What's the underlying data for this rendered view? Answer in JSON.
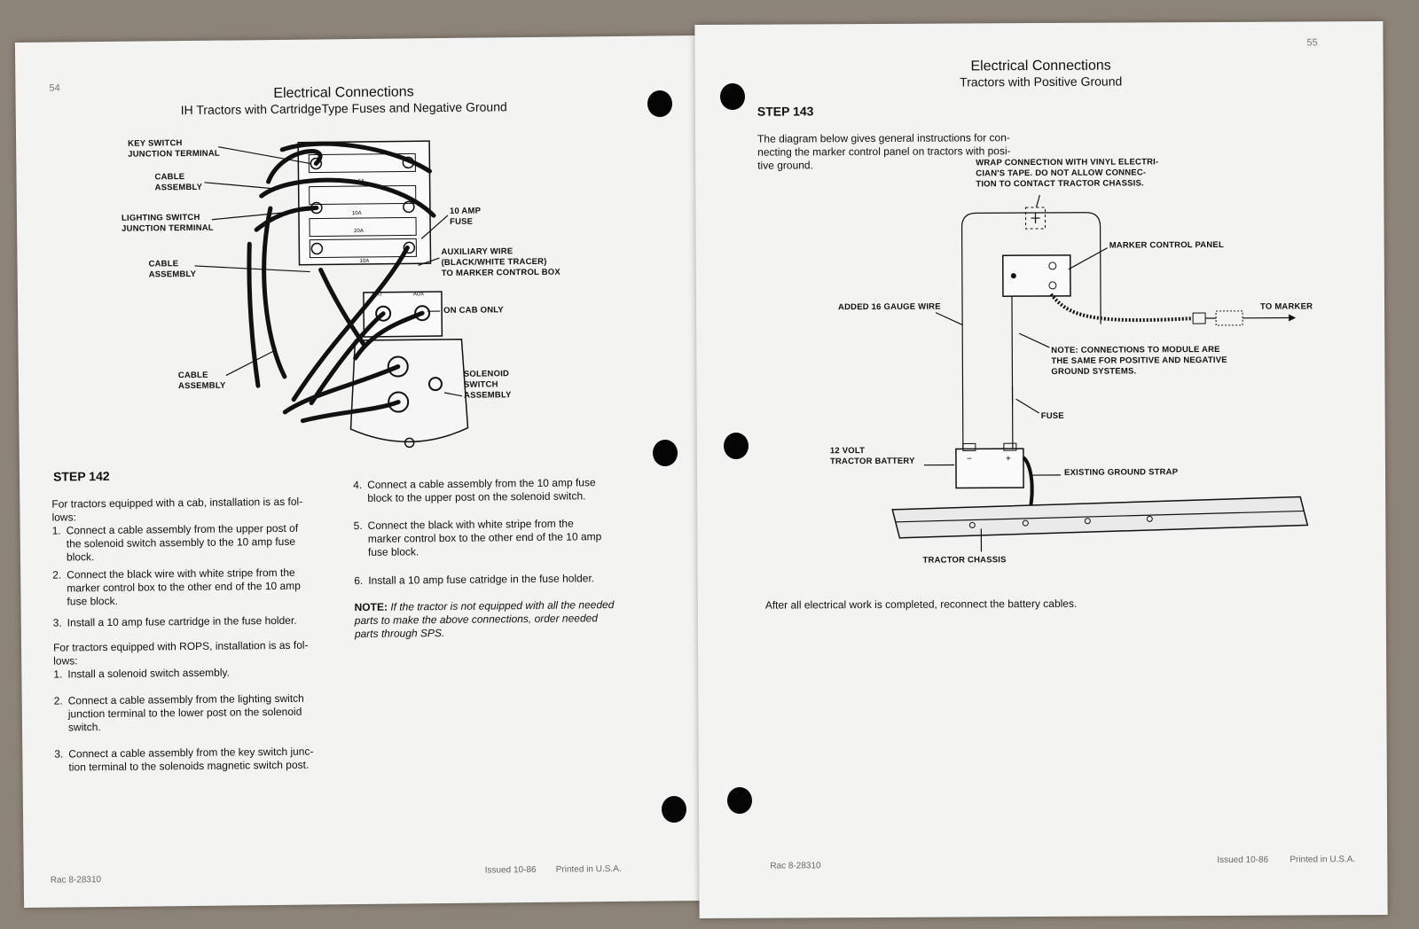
{
  "left": {
    "page_number": "54",
    "title": "Electrical Connections",
    "subtitle": "IH Tractors with CartridgeType Fuses and Negative Ground",
    "callouts": {
      "key_switch": [
        "KEY SWITCH",
        "JUNCTION TERMINAL"
      ],
      "cable1": [
        "CABLE",
        "ASSEMBLY"
      ],
      "lighting_switch": [
        "LIGHTING SWITCH",
        "JUNCTION TERMINAL"
      ],
      "cable2": [
        "CABLE",
        "ASSEMBLY"
      ],
      "cable3": [
        "CABLE",
        "ASSEMBLY"
      ],
      "fuse10": [
        "10 AMP",
        "FUSE"
      ],
      "aux_wire": [
        "AUXILIARY WIRE",
        "(BLACK/WHITE TRACER)",
        "TO MARKER CONTROL BOX"
      ],
      "on_cab": "ON CAB ONLY",
      "solenoid": [
        "SOLENOID",
        "SWITCH",
        "ASSEMBLY"
      ]
    },
    "fuse_labels": [
      "5A",
      "10A",
      "20A",
      "10A"
    ],
    "terminal_labels": [
      "BAT",
      "AUX"
    ],
    "step_heading": "STEP",
    "step_number": "142",
    "intro_cab": [
      "For tractors equipped with a cab, installation is as fol-",
      "lows:"
    ],
    "cab_items": [
      {
        "n": "1.",
        "lines": [
          "Connect a cable assembly from the upper post of",
          "the solenoid switch assembly to the 10 amp fuse",
          "block."
        ]
      },
      {
        "n": "2.",
        "lines": [
          "Connect the black wire with white stripe from the",
          "marker control box to the other end of the 10 amp",
          "fuse block."
        ]
      },
      {
        "n": "3.",
        "lines": [
          "Install a 10 amp fuse cartridge in the fuse holder."
        ]
      }
    ],
    "intro_rops": [
      "For tractors equipped with ROPS, installation is as fol-",
      "lows:"
    ],
    "rops_items": [
      {
        "n": "1.",
        "lines": [
          "Install a solenoid switch assembly."
        ]
      },
      {
        "n": "2.",
        "lines": [
          "Connect a cable assembly from the lighting switch",
          "junction terminal to the lower post on the solenoid",
          "switch."
        ]
      },
      {
        "n": "3.",
        "lines": [
          "Connect a cable assembly from the key switch junc-",
          "tion terminal to the solenoids magnetic switch post."
        ]
      }
    ],
    "col2_items": [
      {
        "n": "4.",
        "lines": [
          "Connect a cable assembly from the 10 amp fuse",
          "block to the upper post on the solenoid switch."
        ]
      },
      {
        "n": "5.",
        "lines": [
          "Connect the black with white stripe from the",
          "marker control box to the other end of the 10 amp",
          "fuse block."
        ]
      },
      {
        "n": "6.",
        "lines": [
          "Install a 10 amp fuse catridge in the fuse holder."
        ]
      }
    ],
    "note_label": "NOTE:",
    "note_lines": [
      " If the tractor is not equipped with all the needed",
      "parts to make the above connections, order needed",
      "parts through SPS."
    ],
    "footer_left": "Rac 8-28310",
    "footer_issued": "Issued 10-86",
    "footer_printed": "Printed in U.S.A."
  },
  "right": {
    "page_number": "55",
    "title": "Electrical Connections",
    "subtitle": "Tractors with Positive Ground",
    "step_heading": "STEP 143",
    "intro": [
      "The diagram below gives general instructions for con-",
      "necting the marker control panel on tractors with posi-",
      "tive ground."
    ],
    "callouts": {
      "wrap": [
        "WRAP CONNECTION WITH VINYL ELECTRI-",
        "CIAN'S TAPE. DO NOT ALLOW CONNEC-",
        "TION TO CONTACT TRACTOR CHASSIS."
      ],
      "marker_panel": "MARKER CONTROL PANEL",
      "added_wire": "ADDED 16 GAUGE WIRE",
      "to_marker": "TO MARKER",
      "note": [
        "NOTE: CONNECTIONS TO MODULE ARE",
        "THE SAME FOR POSITIVE AND NEGATIVE",
        "GROUND SYSTEMS."
      ],
      "fuse": "FUSE",
      "battery": [
        "12 VOLT",
        "TRACTOR BATTERY"
      ],
      "ground_strap": "EXISTING GROUND STRAP",
      "chassis": "TRACTOR CHASSIS"
    },
    "closing": "After all electrical work is completed, reconnect the battery cables.",
    "footer_left": "Rac 8-28310",
    "footer_issued": "Issued 10-86",
    "footer_printed": "Printed in U.S.A."
  }
}
